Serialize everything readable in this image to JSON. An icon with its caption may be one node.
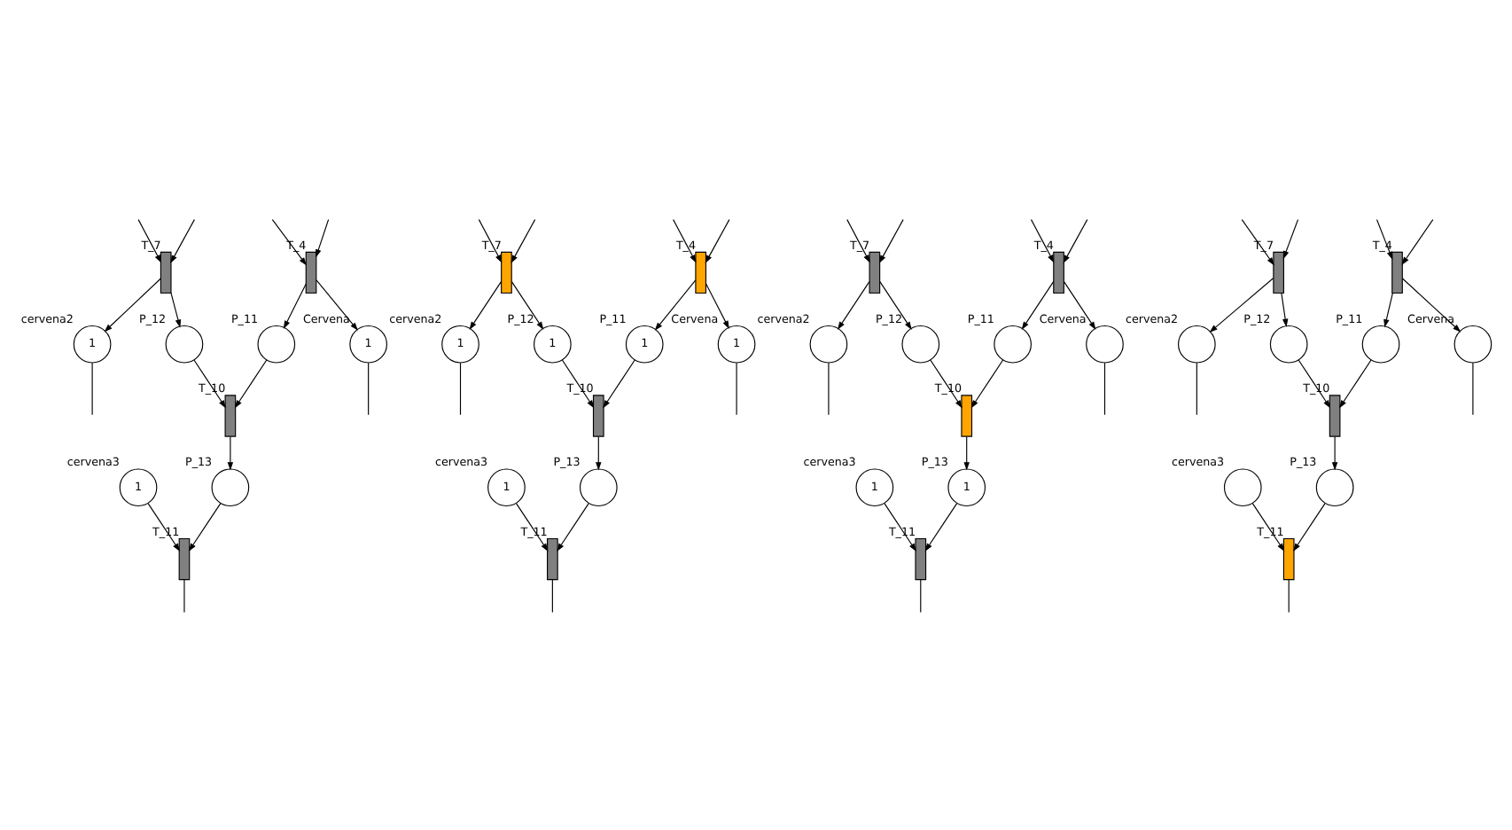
{
  "diagram": {
    "nodes": [
      {
        "text": [
          "1"
        ],
        "beside": [
          "Cervena"
        ]
      },
      {
        "text": [],
        "shape": "bar",
        "beside": [
          "T_4"
        ]
      },
      {
        "text": [],
        "shape": "circle",
        "beside": [
          "P_11"
        ]
      },
      {
        "text": [
          "1"
        ],
        "beside": [
          "cervena2"
        ]
      },
      {
        "text": [],
        "shape": "bar",
        "beside": [
          "T_10"
        ]
      },
      {
        "text": [],
        "shape": "circle",
        "beside": [
          "P_12"
        ]
      },
      {
        "text": [],
        "shape": "bar",
        "beside": [
          "T_7"
        ]
      },
      {
        "text": [],
        "shape": "circle",
        "beside": [
          "P_13"
        ]
      },
      {
        "text": [],
        "shape": "bar",
        "beside": [
          "T_11"
        ]
      },
      {
        "text": [
          "1"
        ],
        "beside": [
          "cervena3"
        ]
      },
      {
        "text": [
          "1"
        ],
        "beside": [
          "Cervena"
        ]
      },
      {
        "text": [],
        "shape": "bar",
        "beside": [
          "T_4"
        ]
      },
      {
        "text": [
          "1"
        ],
        "beside": [
          "P_11"
        ]
      },
      {
        "text": [
          "1"
        ],
        "beside": [
          "cervena2"
        ]
      },
      {
        "text": [],
        "shape": "bar",
        "beside": [
          "T_10"
        ]
      },
      {
        "text": [
          "1"
        ],
        "beside": [
          "P_12"
        ]
      },
      {
        "text": [],
        "shape": "bar",
        "beside": [
          "T_7"
        ]
      },
      {
        "text": [],
        "shape": "circle",
        "beside": [
          "P_13"
        ]
      },
      {
        "text": [],
        "shape": "bar",
        "beside": [
          "T_11"
        ]
      },
      {
        "text": [
          "1"
        ],
        "beside": [
          "cervena3"
        ]
      },
      {
        "text": [],
        "shape": "circle",
        "beside": [
          "Cervena"
        ]
      },
      {
        "text": [],
        "shape": "bar",
        "beside": [
          "T_4"
        ]
      },
      {
        "text": [],
        "shape": "circle",
        "beside": [
          "P_11"
        ]
      },
      {
        "text": [],
        "shape": "circle",
        "beside": [
          "cervena2"
        ]
      },
      {
        "text": [],
        "shape": "bar",
        "beside": [
          "T_10"
        ]
      },
      {
        "text": [],
        "shape": "circle",
        "beside": [
          "P_12"
        ]
      },
      {
        "text": [],
        "shape": "bar",
        "beside": [
          "T_7"
        ]
      },
      {
        "text": [
          "1"
        ],
        "beside": [
          "P_13"
        ]
      },
      {
        "text": [],
        "shape": "bar",
        "beside": [
          "T_11"
        ]
      },
      {
        "text": [
          "1"
        ],
        "beside": [
          "cervena3"
        ]
      },
      {
        "text": [],
        "shape": "circle",
        "beside": [
          "Cervena"
        ]
      },
      {
        "text": [],
        "shape": "bar",
        "beside": [
          "T_4"
        ]
      },
      {
        "text": [],
        "shape": "circle",
        "beside": [
          "P_11"
        ]
      },
      {
        "text": [],
        "shape": "circle",
        "beside": [
          "cervena2"
        ]
      },
      {
        "text": [],
        "shape": "bar",
        "beside": [
          "T_10"
        ]
      },
      {
        "text": [],
        "shape": "circle",
        "beside": [
          "P_12"
        ]
      },
      {
        "text": [],
        "shape": "bar",
        "beside": [
          "T_7"
        ]
      },
      {
        "text": [],
        "shape": "circle",
        "beside": [
          "P_13"
        ]
      },
      {
        "text": [],
        "shape": "bar",
        "beside": [
          "T_11"
        ]
      },
      {
        "text": [],
        "shape": "circle",
        "beside": [
          "cervena3"
        ]
      }
    ],
    "edges": [
      {
        "from": null,
        "to": 1,
        "arrow": "to"
      },
      {
        "from": null,
        "to": 1,
        "arrow": "to"
      },
      {
        "from": 1,
        "to": 0,
        "arrow": "to"
      },
      {
        "from": 0,
        "to": null,
        "arrow": "none"
      },
      {
        "from": 1,
        "to": 2,
        "arrow": "to"
      },
      {
        "from": 2,
        "to": 4,
        "arrow": "to"
      },
      {
        "from": null,
        "to": 6,
        "arrow": "to"
      },
      {
        "from": null,
        "to": 6,
        "arrow": "to"
      },
      {
        "from": 6,
        "to": 3,
        "arrow": "to"
      },
      {
        "from": 3,
        "to": null,
        "arrow": "none"
      },
      {
        "from": 6,
        "to": 5,
        "arrow": "to"
      },
      {
        "from": 5,
        "to": 4,
        "arrow": "to"
      },
      {
        "from": 4,
        "to": 7,
        "arrow": "to"
      },
      {
        "from": 7,
        "to": 8,
        "arrow": "to"
      },
      {
        "from": 9,
        "to": 8,
        "arrow": "to"
      },
      {
        "from": 8,
        "to": null,
        "arrow": "none"
      },
      {
        "from": null,
        "to": 11,
        "arrow": "to"
      },
      {
        "from": null,
        "to": 11,
        "arrow": "to"
      },
      {
        "from": 11,
        "to": 10,
        "arrow": "to"
      },
      {
        "from": 10,
        "to": null,
        "arrow": "none"
      },
      {
        "from": 11,
        "to": 12,
        "arrow": "to"
      },
      {
        "from": 12,
        "to": 14,
        "arrow": "to"
      },
      {
        "from": null,
        "to": 16,
        "arrow": "to"
      },
      {
        "from": null,
        "to": 16,
        "arrow": "to"
      },
      {
        "from": 16,
        "to": 13,
        "arrow": "to"
      },
      {
        "from": 13,
        "to": null,
        "arrow": "none"
      },
      {
        "from": 16,
        "to": 15,
        "arrow": "to"
      },
      {
        "from": 15,
        "to": 14,
        "arrow": "to"
      },
      {
        "from": 14,
        "to": 17,
        "arrow": "to"
      },
      {
        "from": 17,
        "to": 18,
        "arrow": "to"
      },
      {
        "from": 19,
        "to": 18,
        "arrow": "to"
      },
      {
        "from": 18,
        "to": null,
        "arrow": "none"
      },
      {
        "from": null,
        "to": 21,
        "arrow": "to"
      },
      {
        "from": null,
        "to": 21,
        "arrow": "to"
      },
      {
        "from": 21,
        "to": 20,
        "arrow": "to"
      },
      {
        "from": 20,
        "to": null,
        "arrow": "none"
      },
      {
        "from": 21,
        "to": 22,
        "arrow": "to"
      },
      {
        "from": 22,
        "to": 24,
        "arrow": "to"
      },
      {
        "from": null,
        "to": 26,
        "arrow": "to"
      },
      {
        "from": null,
        "to": 26,
        "arrow": "to"
      },
      {
        "from": 26,
        "to": 23,
        "arrow": "to"
      },
      {
        "from": 23,
        "to": null,
        "arrow": "none"
      },
      {
        "from": 26,
        "to": 25,
        "arrow": "to"
      },
      {
        "from": 25,
        "to": 24,
        "arrow": "to"
      },
      {
        "from": 24,
        "to": 27,
        "arrow": "to"
      },
      {
        "from": 27,
        "to": 28,
        "arrow": "to"
      },
      {
        "from": 29,
        "to": 28,
        "arrow": "to"
      },
      {
        "from": 28,
        "to": null,
        "arrow": "none"
      },
      {
        "from": null,
        "to": 31,
        "arrow": "to"
      },
      {
        "from": null,
        "to": 31,
        "arrow": "to"
      },
      {
        "from": 31,
        "to": 30,
        "arrow": "to"
      },
      {
        "from": 30,
        "to": null,
        "arrow": "none"
      },
      {
        "from": 31,
        "to": 32,
        "arrow": "to"
      },
      {
        "from": 32,
        "to": 34,
        "arrow": "to"
      },
      {
        "from": null,
        "to": 36,
        "arrow": "to"
      },
      {
        "from": null,
        "to": 36,
        "arrow": "to"
      },
      {
        "from": 36,
        "to": 33,
        "arrow": "to"
      },
      {
        "from": 33,
        "to": null,
        "arrow": "none"
      },
      {
        "from": 36,
        "to": 35,
        "arrow": "to"
      },
      {
        "from": 35,
        "to": 34,
        "arrow": "to"
      },
      {
        "from": 34,
        "to": 37,
        "arrow": "to"
      },
      {
        "from": 37,
        "to": 38,
        "arrow": "to"
      },
      {
        "from": 39,
        "to": 38,
        "arrow": "to"
      },
      {
        "from": 38,
        "to": null,
        "arrow": "none"
      }
    ]
  }
}
